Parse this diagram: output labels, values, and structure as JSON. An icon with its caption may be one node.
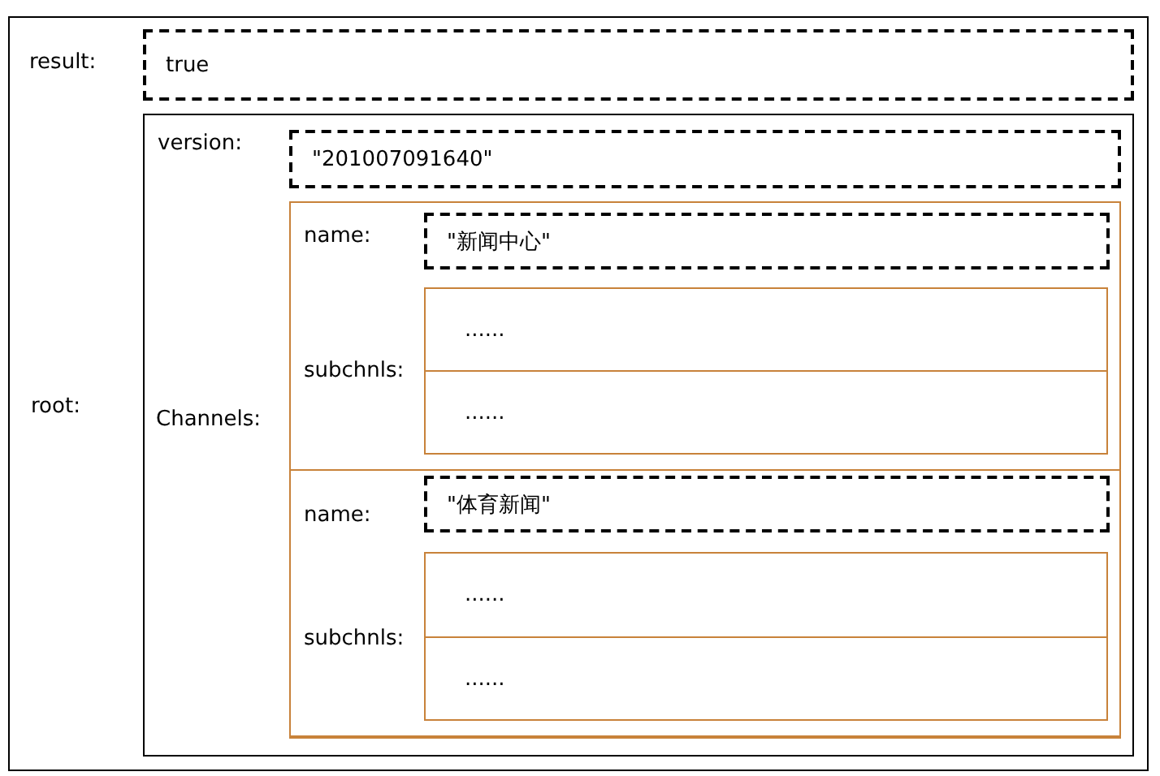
{
  "diagram": {
    "nodes": [
      {
        "text": [],
        "shape": "box"
      },
      {
        "text": [
          "true"
        ],
        "in": 0,
        "beside": [
          "result:"
        ]
      },
      {
        "text": [],
        "shape": "box",
        "in": 0,
        "beside": [
          "root:"
        ]
      },
      {
        "text": [
          "\"201007091640\""
        ],
        "in": 2,
        "beside": [
          "version:"
        ]
      },
      {
        "text": [],
        "shape": "box",
        "in": 2,
        "beside": [
          "Channels:"
        ]
      },
      {
        "text": [],
        "shape": "box",
        "in": 4
      },
      {
        "text": [
          "\"新闻中心\""
        ],
        "in": 5,
        "beside": [
          "name:"
        ]
      },
      {
        "text": [],
        "shape": "box",
        "in": 5,
        "beside": [
          "subchnls:"
        ]
      },
      {
        "text": [
          "......"
        ],
        "in": 7
      },
      {
        "text": [
          "......"
        ],
        "in": 7
      },
      {
        "text": [],
        "shape": "box",
        "in": 4
      },
      {
        "text": [
          "\"体育新闻\""
        ],
        "in": 10,
        "beside": [
          "name:"
        ]
      },
      {
        "text": [],
        "shape": "box",
        "in": 10,
        "beside": [
          "subchnls:"
        ]
      },
      {
        "text": [
          "......"
        ],
        "in": 12
      },
      {
        "text": [
          "......"
        ],
        "in": 12
      }
    ],
    "edges": []
  }
}
